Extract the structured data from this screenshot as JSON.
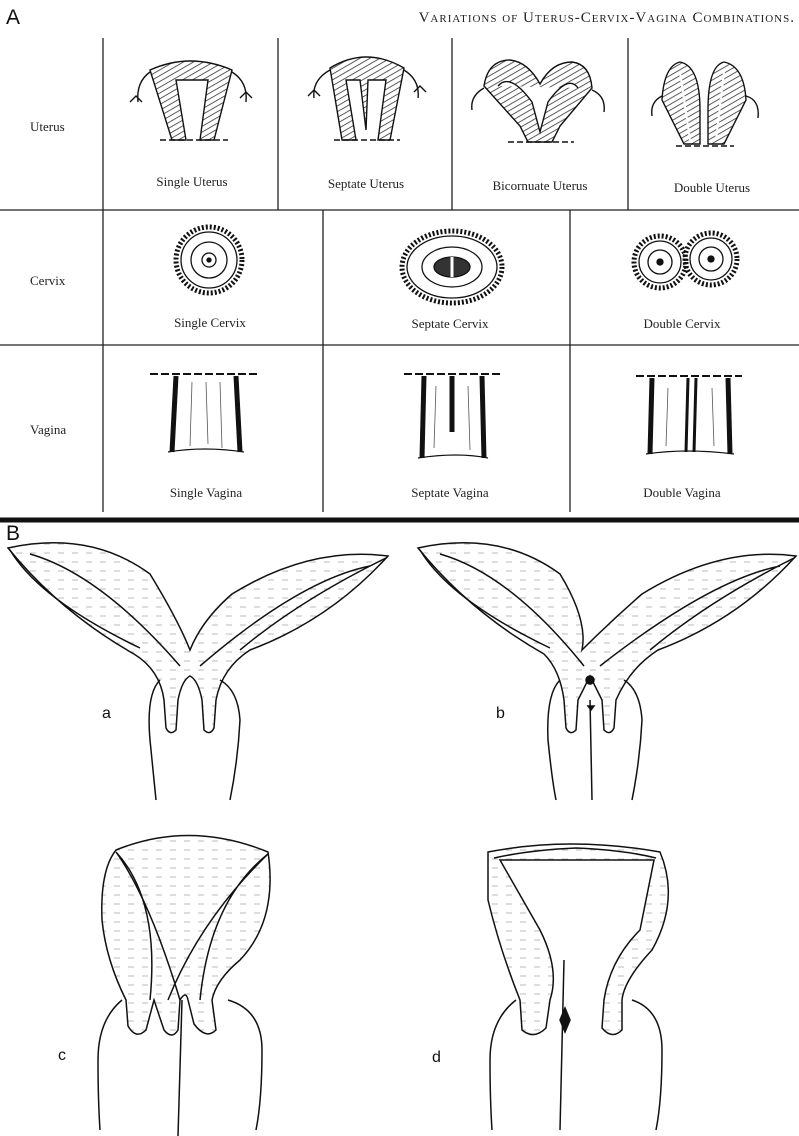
{
  "panel_a": {
    "letter": "A",
    "title": "Variations of Uterus-Cervix-Vagina Combinations.",
    "rows": [
      {
        "label": "Uterus",
        "cells": [
          "Single Uterus",
          "Septate Uterus",
          "Bicornuate Uterus",
          "Double Uterus"
        ]
      },
      {
        "label": "Cervix",
        "cells": [
          "Single Cervix",
          "Septate Cervix",
          "Double Cervix"
        ]
      },
      {
        "label": "Vagina",
        "cells": [
          "Single Vagina",
          "Septate Vagina",
          "Double Vagina"
        ]
      }
    ]
  },
  "panel_b": {
    "letter": "B",
    "sublabels": [
      "a",
      "b",
      "c",
      "d"
    ]
  }
}
